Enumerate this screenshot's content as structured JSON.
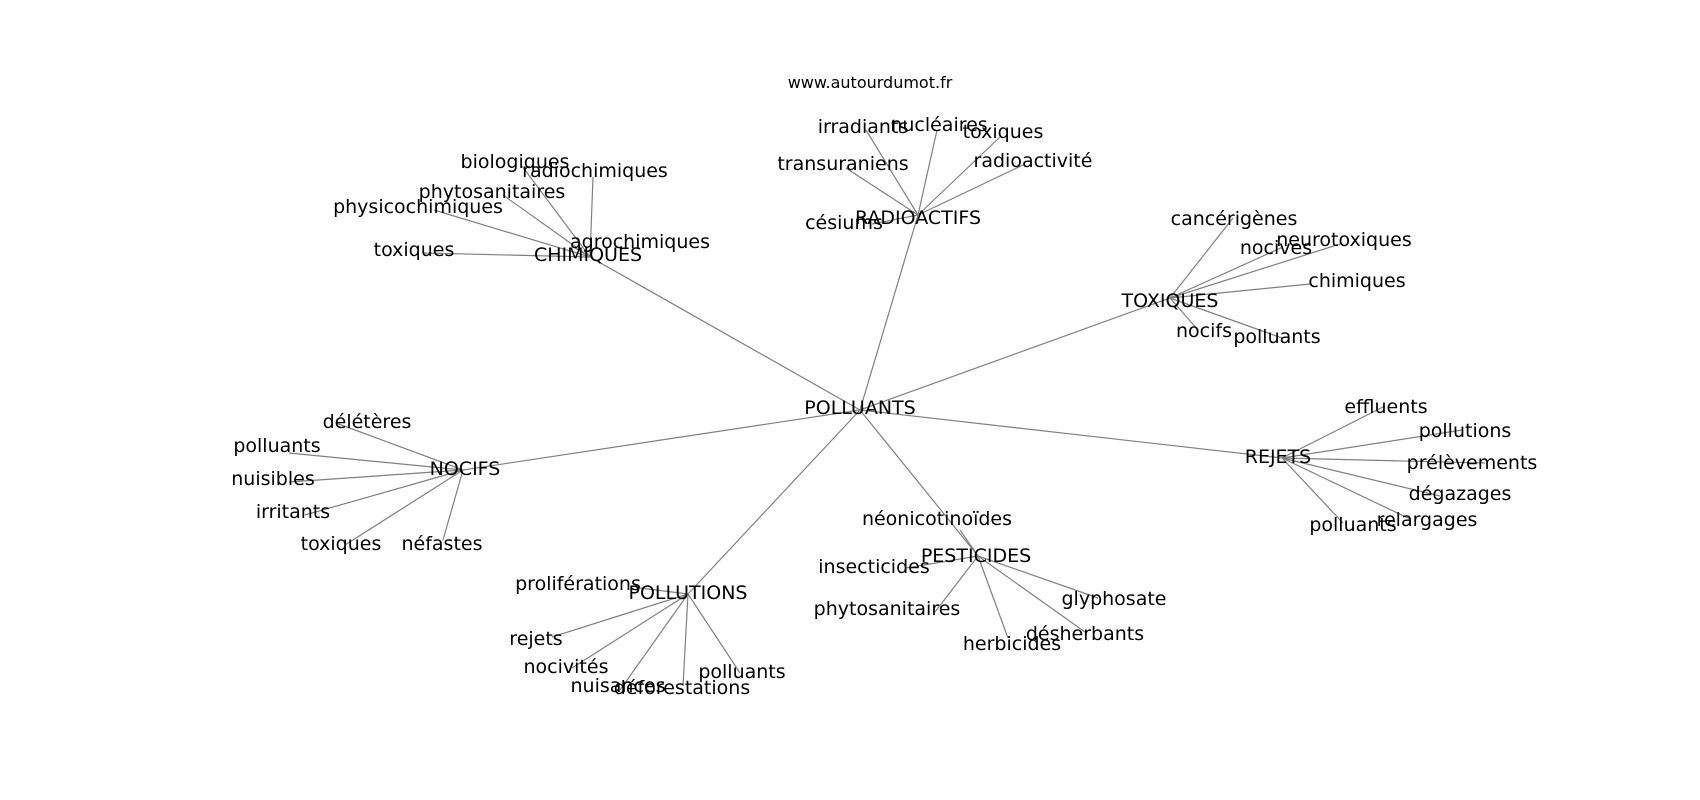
{
  "site": "www.autourdumot.fr",
  "edge_color": "#808080",
  "text_color": "#000000",
  "root": "POLLUANTS",
  "groups": [
    {
      "hub": "CHIMIQUES",
      "words": [
        "biologiques",
        "radiochimiques",
        "phytosanitaires",
        "physicochimiques",
        "agrochimiques",
        "toxiques"
      ]
    },
    {
      "hub": "RADIOACTIFS",
      "words": [
        "irradiants",
        "nucléaires",
        "toxiques",
        "transuraniens",
        "radioactivité",
        "césiums"
      ]
    },
    {
      "hub": "TOXIQUES",
      "words": [
        "cancérigènes",
        "nocives",
        "neurotoxiques",
        "chimiques",
        "nocifs",
        "polluants"
      ]
    },
    {
      "hub": "REJETS",
      "words": [
        "effluents",
        "pollutions",
        "prélèvements",
        "dégazages",
        "relargages",
        "polluants"
      ]
    },
    {
      "hub": "PESTICIDES",
      "words": [
        "néonicotinoïdes",
        "insecticides",
        "phytosanitaires",
        "glyphosate",
        "désherbants",
        "herbicides"
      ]
    },
    {
      "hub": "POLLUTIONS",
      "words": [
        "proliférations",
        "rejets",
        "nocivités",
        "nuisances",
        "déforestations",
        "polluants"
      ]
    },
    {
      "hub": "NOCIFS",
      "words": [
        "délétères",
        "polluants",
        "nuisibles",
        "irritants",
        "toxiques",
        "néfastes"
      ]
    }
  ]
}
